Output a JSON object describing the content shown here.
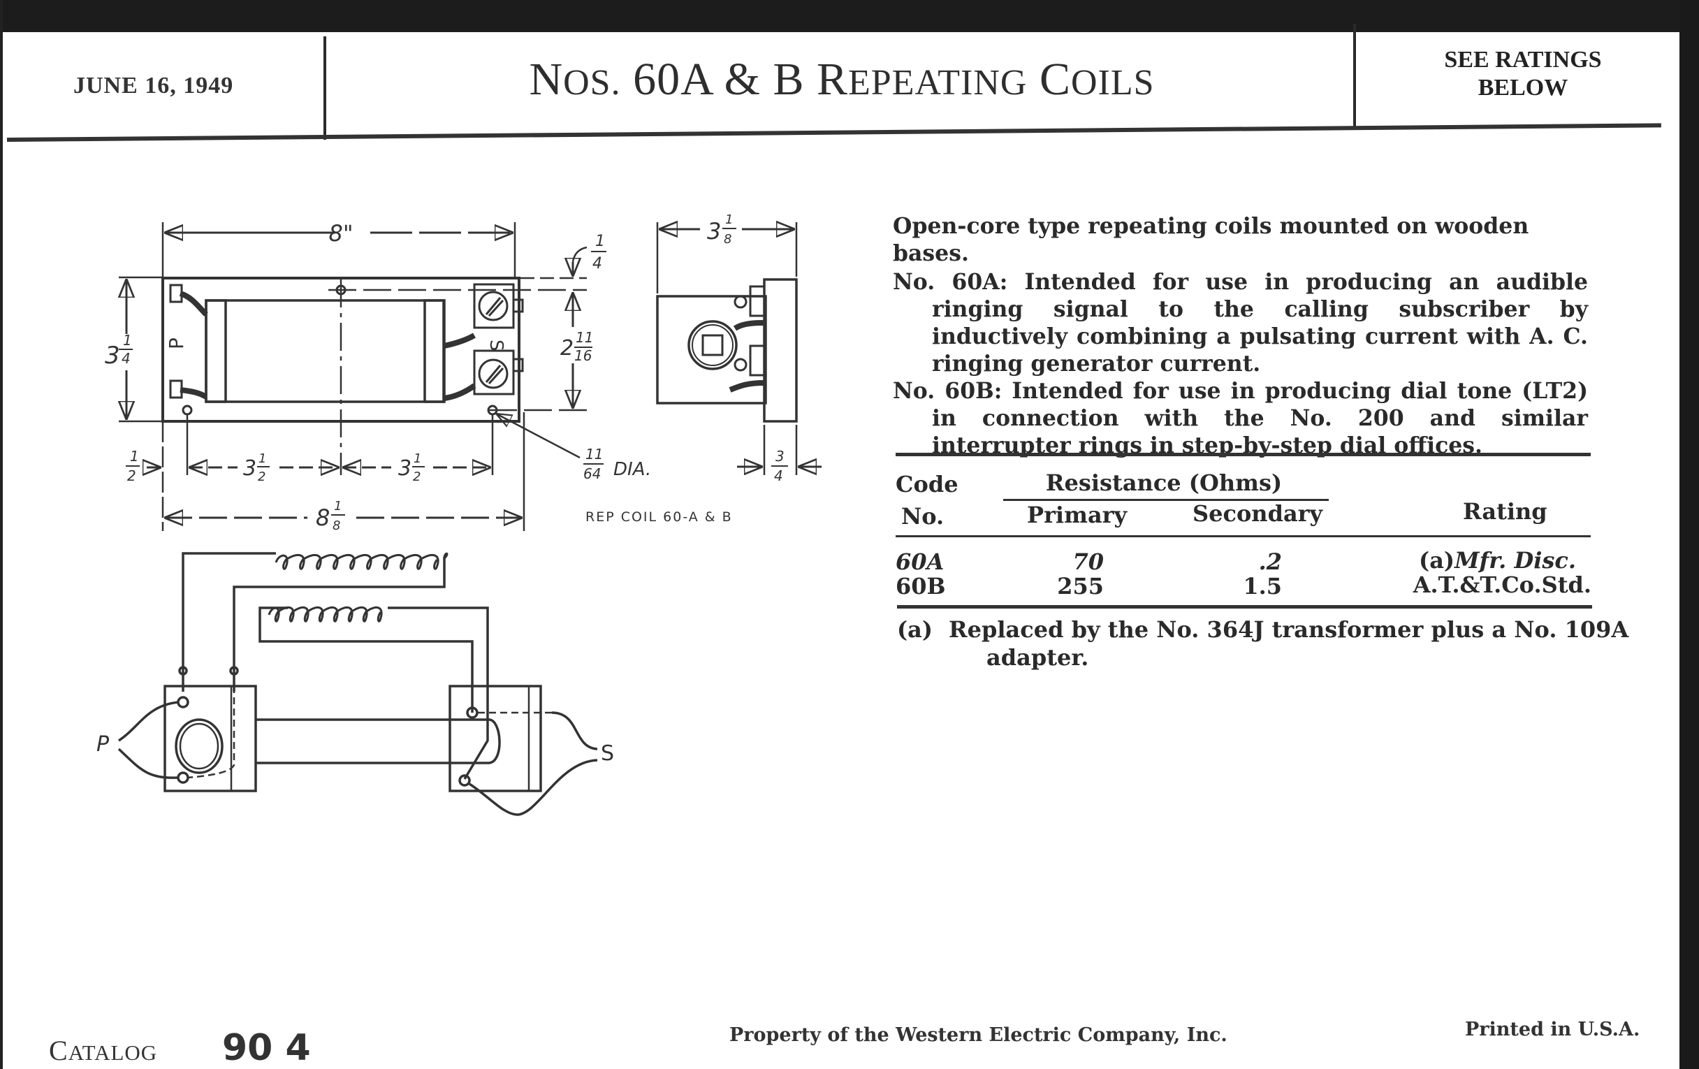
{
  "header": {
    "date": "JUNE 16, 1949",
    "title_parts": [
      {
        "cap": "N",
        "rest": "OS.",
        "after": " 60A & B "
      },
      {
        "cap": "R",
        "rest": "EPEATING",
        "after": " "
      },
      {
        "cap": "C",
        "rest": "OILS",
        "after": ""
      }
    ],
    "ratings_line1": "SEE RATINGS",
    "ratings_line2": "BELOW"
  },
  "description": {
    "intro": "Open-core type repeating coils mounted on wooden bases.",
    "items": [
      {
        "label": "No. 60A:",
        "text": "Intended for use in producing an audible ringing signal to the calling subscriber by inductively combining a pulsating current with A. C. ringing generator current."
      },
      {
        "label": "No. 60B:",
        "text": "Intended for use in producing dial tone (LT2) in connection with the No. 200 and similar interrupter rings in step-by-step dial offices."
      }
    ]
  },
  "table": {
    "headers": {
      "code_line1": "Code",
      "code_line2": "No.",
      "resistance_group": "Resistance (Ohms)",
      "primary": "Primary",
      "secondary": "Secondary",
      "rating": "Rating"
    },
    "rows": [
      {
        "code": "60A",
        "primary": "70",
        "secondary": ".2",
        "rating_note": "(a)",
        "rating": "Mfr. Disc.",
        "italic": true
      },
      {
        "code": "60B",
        "primary": "255",
        "secondary": "1.5",
        "rating_note": "",
        "rating": "A.T.&T.Co.Std.",
        "italic": false
      }
    ],
    "footnote_mark": "(a)",
    "footnote_text_line1": "Replaced by the No. 364J transformer plus a No. 109A",
    "footnote_text_line2": "adapter."
  },
  "drawings": {
    "top_view": {
      "dim_length": "8\"",
      "dim_height_whole": "3",
      "dim_height_frac": [
        "1",
        "4"
      ],
      "dim_terminal_offset_frac": [
        "1",
        "4"
      ],
      "dim_terminal_span_whole": "2",
      "dim_terminal_span_frac": [
        "11",
        "16"
      ],
      "dim_edge_frac": [
        "1",
        "2"
      ],
      "dim_hole_spacing_whole": "3",
      "dim_hole_spacing_frac": [
        "1",
        "2"
      ],
      "dim_overall_whole": "8",
      "dim_overall_frac": [
        "1",
        "8"
      ],
      "hole_dia_frac": [
        "11",
        "64"
      ],
      "hole_dia_label": "DIA.",
      "primary_label": "P",
      "secondary_label": "S"
    },
    "end_view": {
      "dim_height_whole": "3",
      "dim_height_frac": [
        "1",
        "8"
      ],
      "dim_base_frac": [
        "3",
        "4"
      ]
    },
    "drawing_caption": "REP COIL 60-A & B",
    "schematic": {
      "primary_label": "P",
      "secondary_label": "S"
    }
  },
  "footer": {
    "catalog_cap": "C",
    "catalog_rest": "ATALOG",
    "catalog_number": "90 4",
    "property": "Property of the Western Electric Company, Inc.",
    "printed": "Printed in U.S.A."
  }
}
